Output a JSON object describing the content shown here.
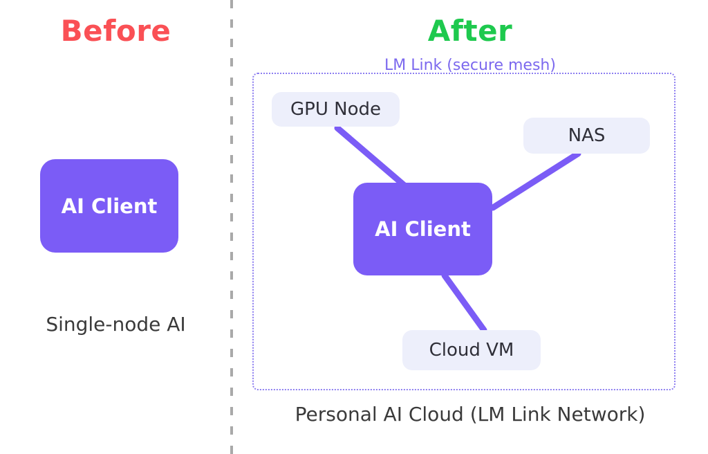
{
  "colors": {
    "accent_purple": "#7b5cf6",
    "light_node_bg": "#edeffb",
    "before_title_red": "#fa5055",
    "after_title_green": "#1ec94e",
    "mesh_label_purple": "#7b68ee",
    "mesh_border_purple": "#8b7cf0",
    "caption_text": "#3a3a3a",
    "divider_gray": "#a9a9a9"
  },
  "before_panel": {
    "title": "Before",
    "node": {
      "label": "AI Client"
    },
    "caption": "Single-node AI"
  },
  "after_panel": {
    "title": "After",
    "mesh_label": "LM Link (secure mesh)",
    "nodes": {
      "gpu": {
        "label": "GPU Node"
      },
      "nas": {
        "label": "NAS"
      },
      "ai_client": {
        "label": "AI Client"
      },
      "cloud_vm": {
        "label": "Cloud VM"
      }
    },
    "connections": [
      {
        "from": "AI Client",
        "to": "GPU Node"
      },
      {
        "from": "AI Client",
        "to": "NAS"
      },
      {
        "from": "AI Client",
        "to": "Cloud VM"
      }
    ],
    "caption": "Personal AI Cloud (LM Link Network)"
  }
}
